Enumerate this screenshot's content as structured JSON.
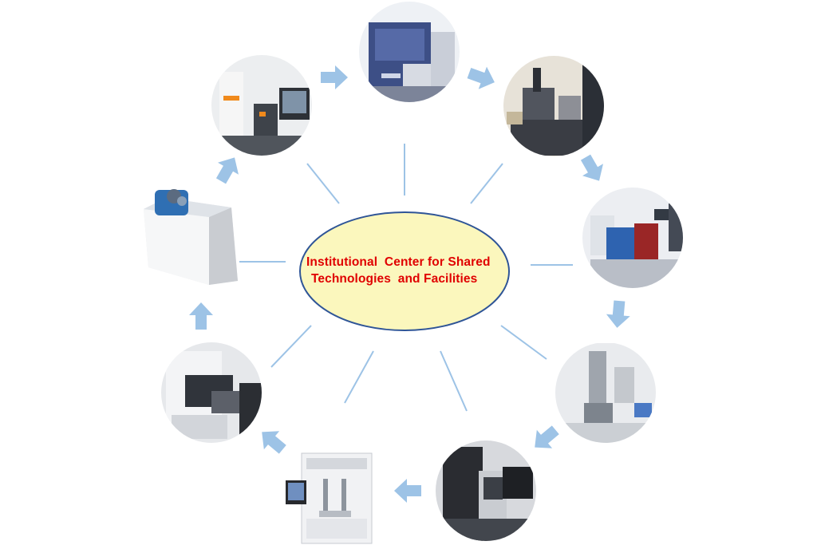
{
  "center": {
    "line1": "Institutional  Center for Shared",
    "line2": "Technologies  and Facilities",
    "fill": "#fbf7bd",
    "stroke": "#2f5597",
    "text_color": "#e00000"
  },
  "connector_color": "#9dc3e6",
  "arrow_color": "#9dc3e6",
  "instruments": [
    {
      "name": "benchtop-analyzer-photo"
    },
    {
      "name": "microscope-workstation-photo"
    },
    {
      "name": "lab-bench-system-photo"
    },
    {
      "name": "electron-microscope-photo"
    },
    {
      "name": "imaging-system-photo"
    },
    {
      "name": "liquid-handling-robot-photo"
    },
    {
      "name": "sequencer-instrument-photo"
    },
    {
      "name": "mass-spectrometer-photo"
    },
    {
      "name": "fluorescence-microscope-photo"
    }
  ]
}
